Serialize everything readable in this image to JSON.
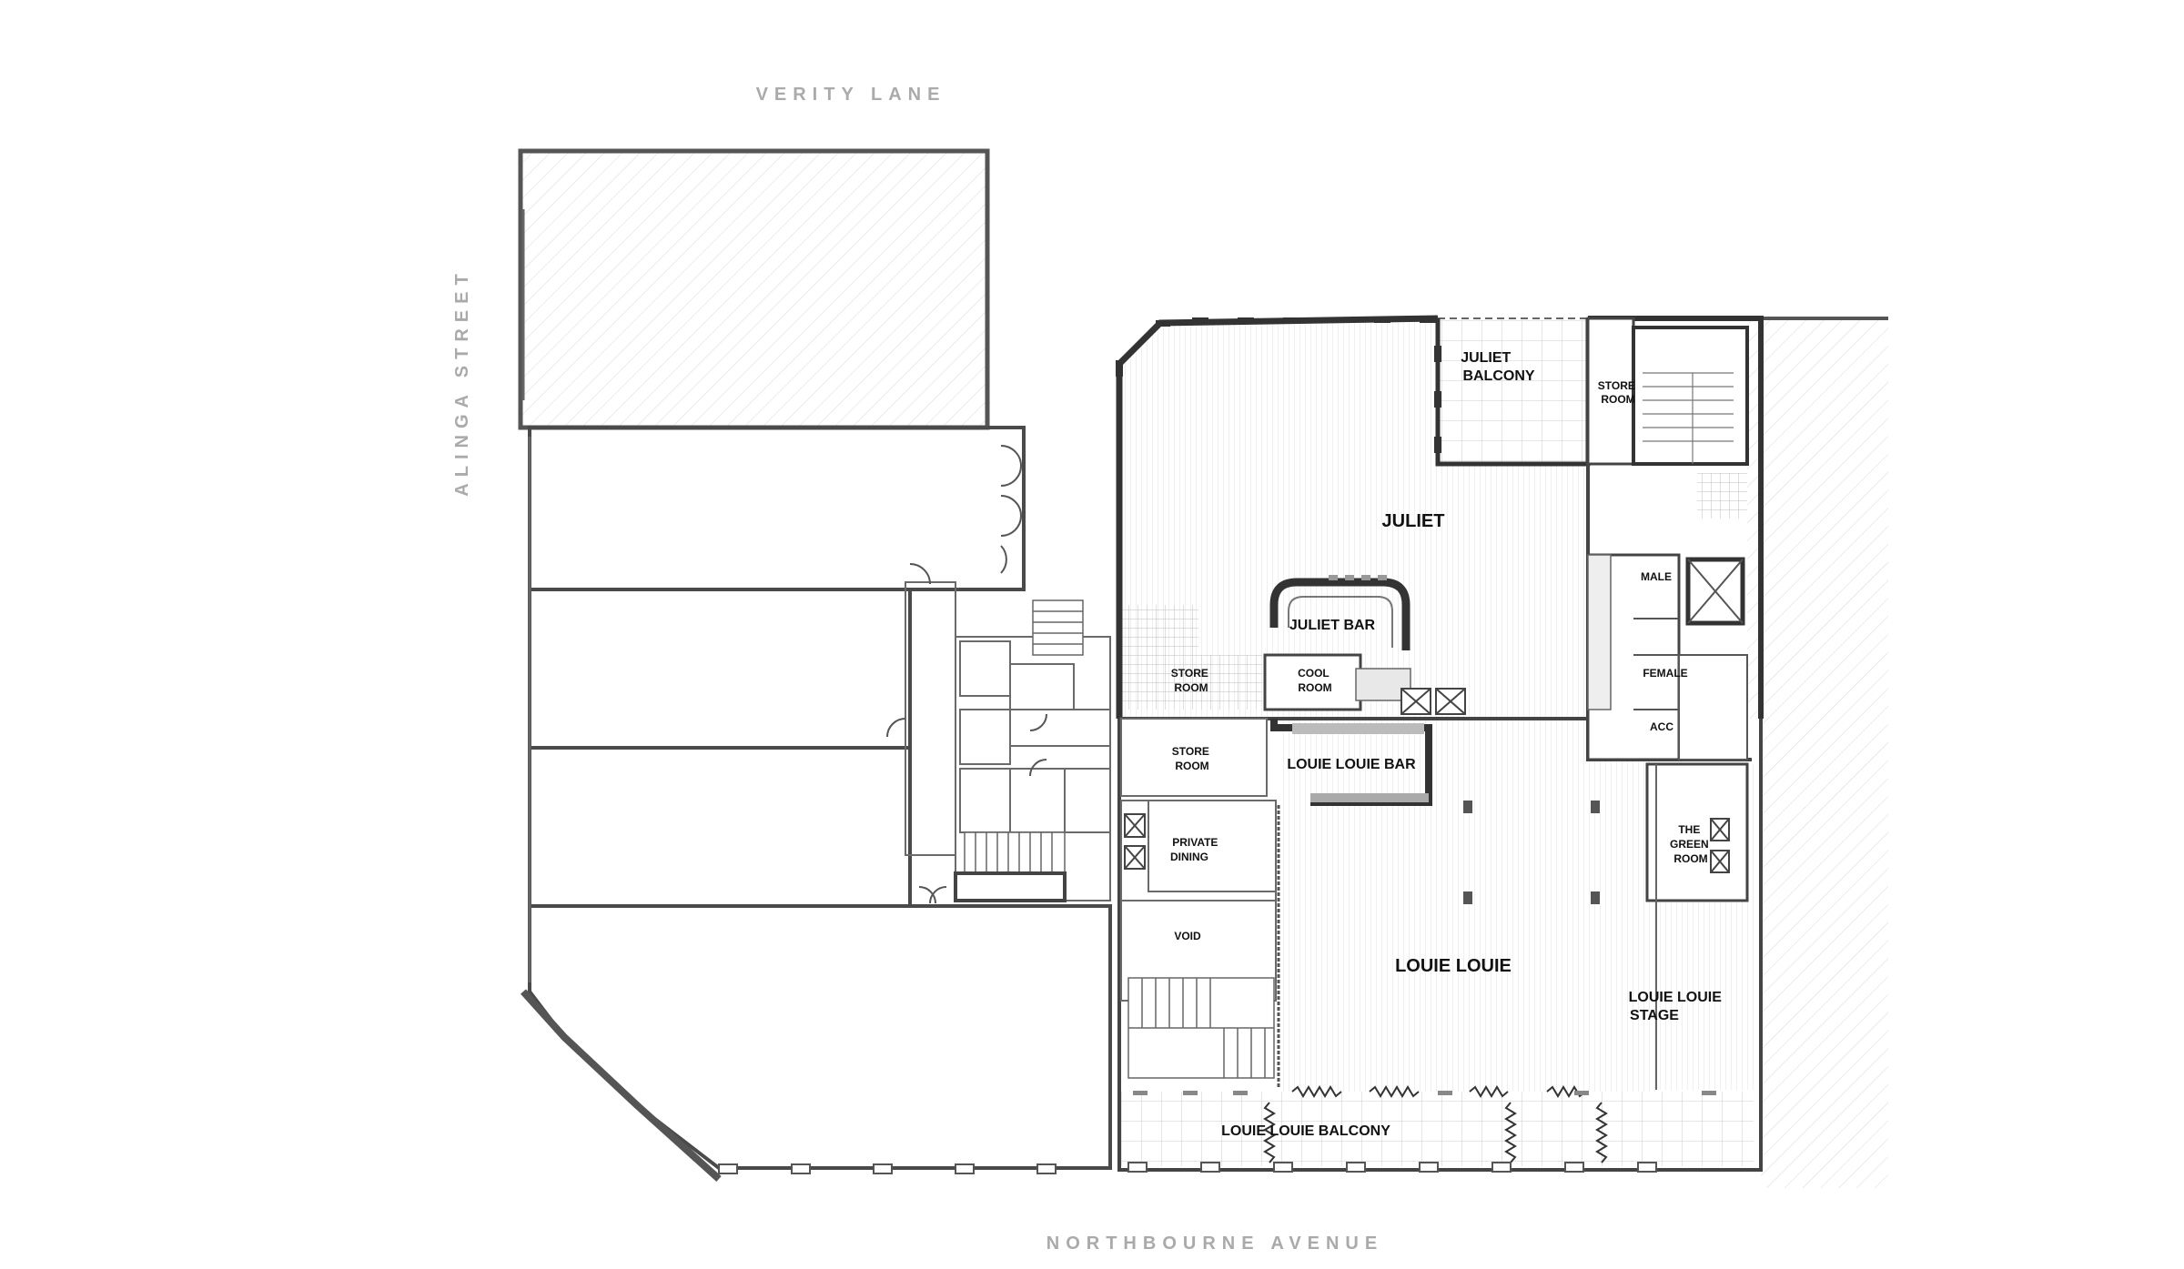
{
  "streets": {
    "north": "VERITY LANE",
    "west": "ALINGA STREET",
    "south": "NORTHBOURNE AVENUE"
  },
  "rooms": {
    "juliet_balcony": [
      "JULIET",
      "BALCONY"
    ],
    "store_room_ne": [
      "STORE",
      "ROOM"
    ],
    "juliet": "JULIET",
    "juliet_bar": "JULIET BAR",
    "male": "MALE",
    "store_room_mid": [
      "STORE",
      "ROOM"
    ],
    "cool_room": [
      "COOL",
      "ROOM"
    ],
    "female": "FEMALE",
    "acc": "ACC",
    "store_room_low": [
      "STORE",
      "ROOM"
    ],
    "louie_louie_bar": "LOUIE LOUIE BAR",
    "private_dining": [
      "PRIVATE",
      "DINING"
    ],
    "green_room": [
      "THE",
      "GREEN",
      "ROOM"
    ],
    "void": "VOID",
    "louie_louie": "LOUIE LOUIE",
    "louie_louie_stage": [
      "LOUIE LOUIE",
      "STAGE"
    ],
    "louie_louie_balcony": "LOUIE LOUIE BALCONY"
  },
  "colors": {
    "wall": "#4a4a4a",
    "hatch": "#cfcfcf",
    "street_label": "#aaaaaa",
    "room_label": "#111111"
  }
}
